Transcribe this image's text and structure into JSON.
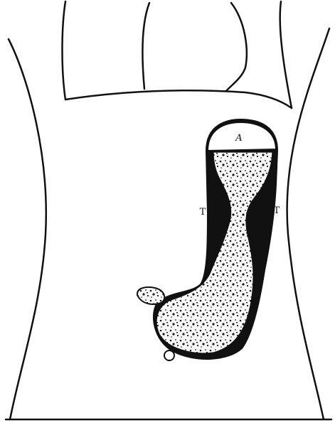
{
  "figure": {
    "labels": {
      "air_cap": "A",
      "left_margin": "T",
      "right_margin": "T"
    },
    "colors": {
      "ink": "#111111",
      "paper": "#ffffff",
      "contrast_fill": "#f7f7f7",
      "speckle": "#1a1a1a"
    }
  }
}
